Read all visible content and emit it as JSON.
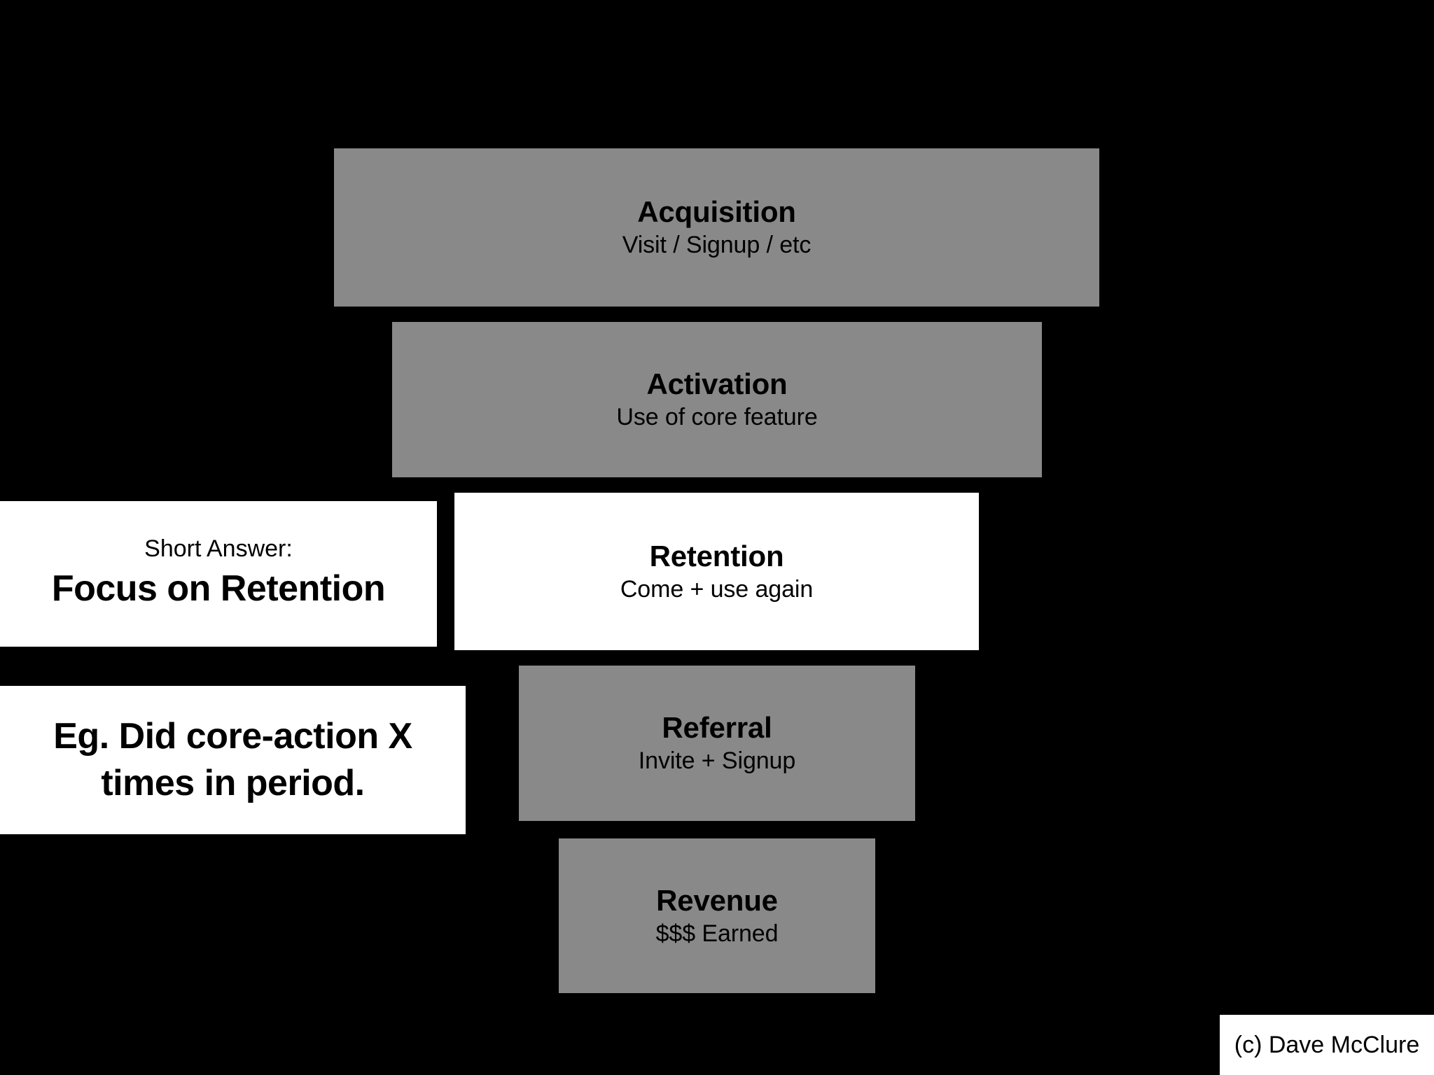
{
  "slide": {
    "background_color": "#000000",
    "block_fill_gray": "#898989",
    "block_fill_white": "#ffffff",
    "text_color": "#000000"
  },
  "funnel": {
    "stages": [
      {
        "id": "acquisition",
        "title": "Acquisition",
        "subtitle": "Visit / Signup / etc",
        "fill": "gray"
      },
      {
        "id": "activation",
        "title": "Activation",
        "subtitle": "Use of core feature",
        "fill": "gray"
      },
      {
        "id": "retention",
        "title": "Retention",
        "subtitle": "Come + use again",
        "fill": "white"
      },
      {
        "id": "referral",
        "title": "Referral",
        "subtitle": "Invite + Signup",
        "fill": "gray"
      },
      {
        "id": "revenue",
        "title": "Revenue",
        "subtitle": "$$$ Earned",
        "fill": "gray"
      }
    ]
  },
  "callouts": [
    {
      "id": "short-answer",
      "lead": "Short Answer:",
      "main": "Focus on Retention"
    },
    {
      "id": "example-metric",
      "lead": "",
      "main": "Eg. Did core-action X times in period."
    }
  ],
  "footer": {
    "credit": "(c) Dave McClure"
  }
}
